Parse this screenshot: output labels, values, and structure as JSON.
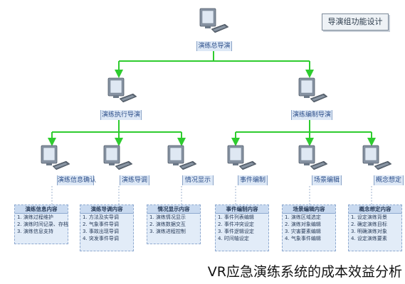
{
  "title": "导演组功能设计",
  "caption": "VR应急演练系统的成本效益分析",
  "colors": {
    "connector": "#2ecc2e",
    "box_fill": "#e2ecf8",
    "label_fill": "#dde8f6"
  },
  "icon": "computer-icon",
  "nodes": {
    "root": "演练总导演",
    "left_mid": "演练执行导演",
    "right_mid": "演练编制导演",
    "l1": "演练信息确认",
    "l2": "演练导调",
    "l3": "情况显示",
    "r1": "事件编制",
    "r2": "场景编辑",
    "r3": "概念想定"
  },
  "boxes": [
    {
      "header": "演练信息内容",
      "lines": [
        "1. 演练过程维护",
        "2. 演练时间记录、存档",
        "3. 演练信息支持"
      ]
    },
    {
      "header": "演练导调内容",
      "lines": [
        "1. 方法及实导调",
        "2. 气象事件导调",
        "3. 事故出现导调",
        "4. 突发事件导调"
      ]
    },
    {
      "header": "情况显示内容",
      "lines": [
        "1. 演练情况显示",
        "2. 演练数据交互",
        "3. 演练进程控制"
      ]
    },
    {
      "header": "事件编制内容",
      "lines": [
        "1. 事件列表编辑",
        "2. 事件冲突设定",
        "3. 事件逻辑设定",
        "4. 时间轴设定"
      ]
    },
    {
      "header": "场景编辑内容",
      "lines": [
        "1. 演练区域选定",
        "2. 演练对象编辑",
        "3. 灾害要素编辑",
        "4. 气象事件编辑"
      ]
    },
    {
      "header": "概念想定内容",
      "lines": [
        "1. 设定演练背景",
        "2. 确定演练目标",
        "3. 明确演练对象",
        "4. 设定演练要素"
      ]
    }
  ]
}
